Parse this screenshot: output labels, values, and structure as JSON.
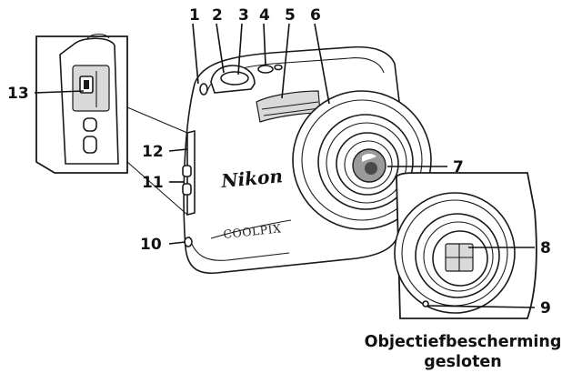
{
  "callouts": [
    "1",
    "2",
    "3",
    "4",
    "5",
    "6",
    "7",
    "8",
    "9",
    "10",
    "11",
    "12",
    "13"
  ],
  "camera": {
    "brand": "Nikon",
    "model": "COOLPIX"
  },
  "inset_caption": {
    "line1": "Objectiefbescherming",
    "line2": "gesloten"
  },
  "colors": {
    "line": "#111111",
    "lens_glass": "#9a9a9a",
    "body": "#ffffff"
  }
}
